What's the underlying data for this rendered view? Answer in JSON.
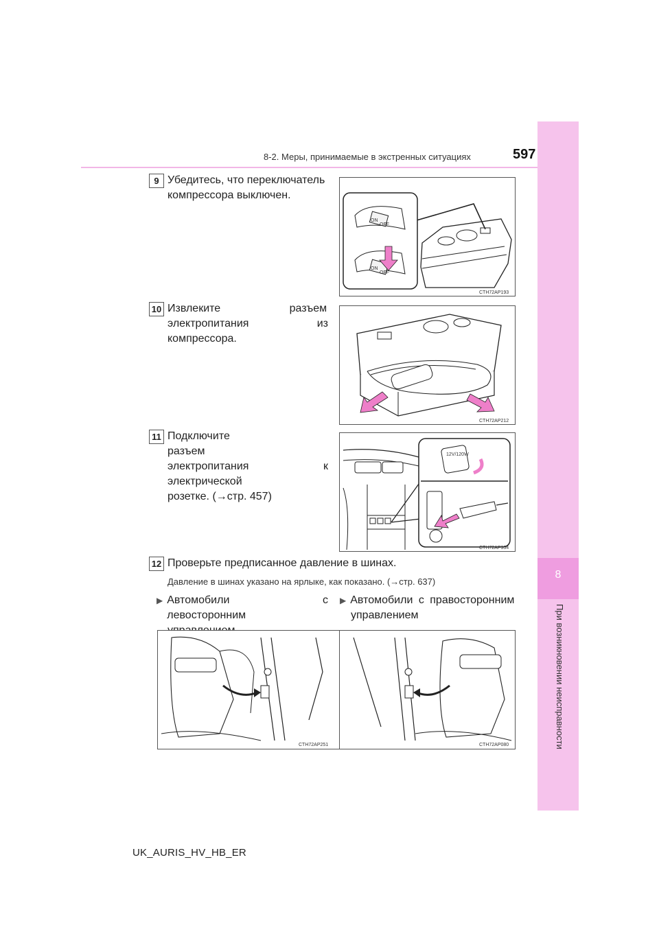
{
  "header": {
    "section": "8-2. Меры, принимаемые в экстренных ситуациях",
    "page_number": "597"
  },
  "side_tab": {
    "chapter_number": "8",
    "chapter_title": "При возникновении неисправности"
  },
  "steps": [
    {
      "number": "9",
      "lines": [
        "Убедитесь, что переключатель",
        "компрессора выключен."
      ],
      "image_code": "CTH72AP193",
      "image_labels": [
        "ON",
        "OFF"
      ]
    },
    {
      "number": "10",
      "lines": [
        "Извлеките разъем",
        "электропитания из компрессора."
      ],
      "image_code": "CTH72AP212"
    },
    {
      "number": "11",
      "lines": [
        "Подключите разъем",
        "электропитания к электрической",
        "розетке. (→стр. 457)"
      ],
      "image_code": "CTH72AP354",
      "image_labels": [
        "12V/120W"
      ]
    },
    {
      "number": "12",
      "lines": [
        "Проверьте предписанное давление в шинах."
      ],
      "note": "Давление в шинах указано на ярлыке, как показано. (→стр. 637)"
    }
  ],
  "variants": [
    {
      "label_lines": [
        "Автомобили с левосторонним",
        "управлением"
      ],
      "image_code": "CTH72AP251"
    },
    {
      "label_lines": [
        "Автомобили с правосторонним",
        "управлением"
      ],
      "image_code": "CTH72AP080"
    }
  ],
  "footer": {
    "doc_id": "UK_AURIS_HV_HB_ER"
  },
  "colors": {
    "accent_pink": "#f6c3ec",
    "accent_pink_dark": "#ef9de0",
    "arrow_pink": "#ee7fc9"
  }
}
